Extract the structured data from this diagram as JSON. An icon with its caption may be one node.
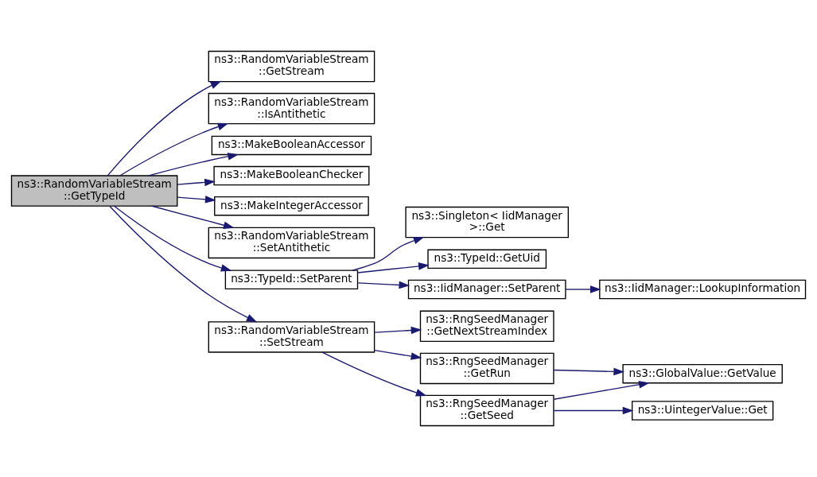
{
  "diagram": {
    "nodes": [
      {
        "text": [
          "ns3::RandomVariableStream ::GetTypeId"
        ]
      },
      {
        "text": [
          "ns3::RandomVariableStream ::GetStream"
        ]
      },
      {
        "text": [
          "ns3::RandomVariableStream ::IsAntithetic"
        ]
      },
      {
        "text": [
          "ns3::MakeBooleanAccessor"
        ]
      },
      {
        "text": [
          "ns3::MakeBooleanChecker"
        ]
      },
      {
        "text": [
          "ns3::MakeIntegerAccessor"
        ]
      },
      {
        "text": [
          "ns3::RandomVariableStream ::SetAntithetic"
        ]
      },
      {
        "text": [
          "ns3::TypeId::SetParent"
        ]
      },
      {
        "text": [
          "ns3::RandomVariableStream ::SetStream"
        ]
      },
      {
        "text": [
          "ns3::Singleton< IidManager >::Get"
        ]
      },
      {
        "text": [
          "ns3::TypeId::GetUid"
        ]
      },
      {
        "text": [
          "ns3::IidManager::SetParent"
        ]
      },
      {
        "text": [
          "ns3::IidManager::LookupInformation"
        ]
      },
      {
        "text": [
          "ns3::RngSeedManager ::GetNextStreamIndex"
        ]
      },
      {
        "text": [
          "ns3::RngSeedManager ::GetRun"
        ]
      },
      {
        "text": [
          "ns3::RngSeedManager ::GetSeed"
        ]
      },
      {
        "text": [
          "ns3::GlobalValue::GetValue"
        ]
      },
      {
        "text": [
          "ns3::UintegerValue::Get"
        ]
      }
    ],
    "edges": [
      {
        "from": 0,
        "to": 1,
        "arrow": "to"
      },
      {
        "from": 0,
        "to": 2,
        "arrow": "to"
      },
      {
        "from": 0,
        "to": 3,
        "arrow": "to"
      },
      {
        "from": 0,
        "to": 4,
        "arrow": "to"
      },
      {
        "from": 0,
        "to": 5,
        "arrow": "to"
      },
      {
        "from": 0,
        "to": 6,
        "arrow": "to"
      },
      {
        "from": 0,
        "to": 7,
        "arrow": "to"
      },
      {
        "from": 0,
        "to": 8,
        "arrow": "to"
      },
      {
        "from": 7,
        "to": 9,
        "arrow": "to"
      },
      {
        "from": 7,
        "to": 10,
        "arrow": "to"
      },
      {
        "from": 7,
        "to": 11,
        "arrow": "to"
      },
      {
        "from": 11,
        "to": 12,
        "arrow": "to"
      },
      {
        "from": 8,
        "to": 13,
        "arrow": "to"
      },
      {
        "from": 8,
        "to": 14,
        "arrow": "to"
      },
      {
        "from": 8,
        "to": 15,
        "arrow": "to"
      },
      {
        "from": 14,
        "to": 16,
        "arrow": "to"
      },
      {
        "from": 15,
        "to": 16,
        "arrow": "to"
      },
      {
        "from": 15,
        "to": 17,
        "arrow": "to"
      }
    ]
  }
}
